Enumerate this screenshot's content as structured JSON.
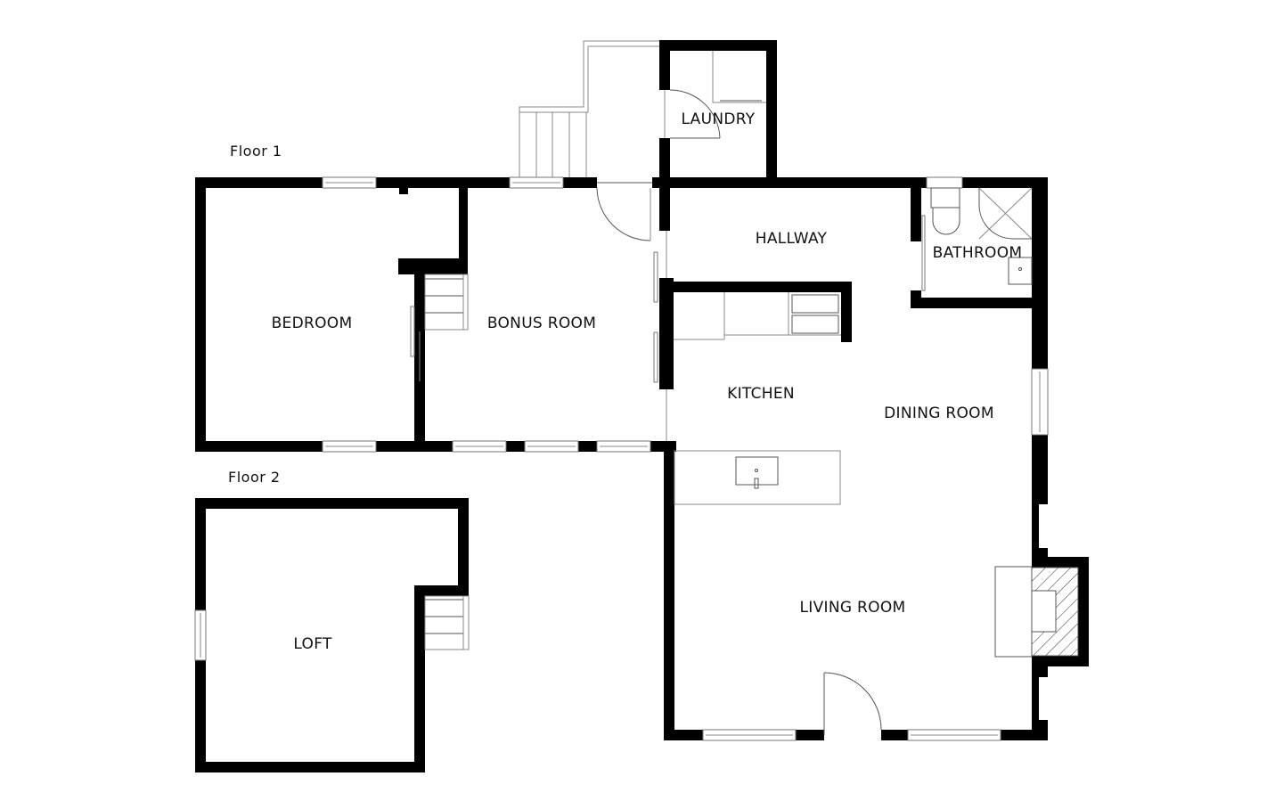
{
  "floors": [
    {
      "label": "Floor 1"
    },
    {
      "label": "Floor 2"
    }
  ],
  "rooms": {
    "laundry": "LAUNDRY",
    "hallway": "HALLWAY",
    "bathroom": "BATHROOM",
    "bedroom": "BEDROOM",
    "bonus_room": "BONUS ROOM",
    "kitchen": "KITCHEN",
    "dining_room": "DINING ROOM",
    "living_room": "LIVING ROOM",
    "loft": "LOFT"
  },
  "colors": {
    "wall": "#000000",
    "background": "#ffffff",
    "fixture_line": "#555555"
  }
}
